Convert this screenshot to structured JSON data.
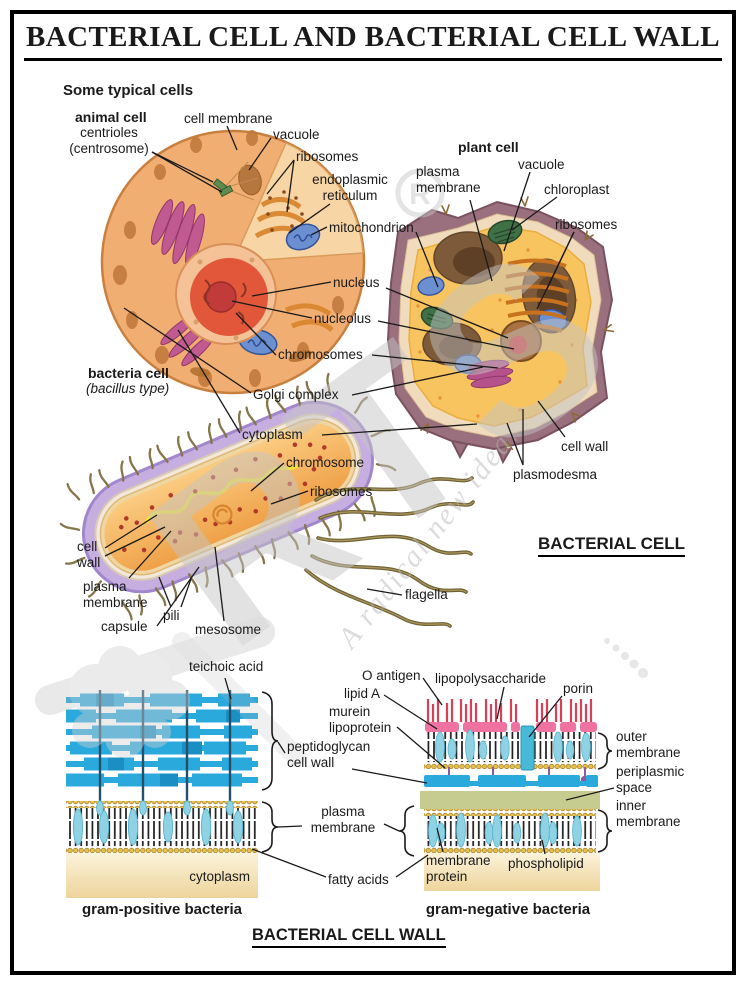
{
  "title": "BACTERIAL CELL AND BACTERIAL CELL WALL",
  "section_heading": "Some typical cells",
  "animal": {
    "name": "animal cell",
    "labels": {
      "centrioles": "centrioles\n(centrosome)",
      "cell_membrane": "cell membrane",
      "vacuole": "vacuole",
      "ribosomes": "ribosomes",
      "endoplasmic_reticulum": "endoplasmic\nreticulum",
      "mitochondrion": "mitochondrion",
      "nucleus": "nucleus",
      "nucleolus": "nucleolus",
      "chromosomes": "chromosomes",
      "golgi_complex": "Golgi complex",
      "cytoplasm": "cytoplasm"
    }
  },
  "plant": {
    "name": "plant cell",
    "labels": {
      "plasma_membrane": "plasma\nmembrane",
      "vacuole": "vacuole",
      "chloroplast": "chloroplast",
      "ribosomes": "ribosomes",
      "cell_wall": "cell wall",
      "plasmodesma": "plasmodesma"
    }
  },
  "bacteria": {
    "name": "bacteria cell",
    "subtype": "(bacillus type)",
    "labels": {
      "chromosome": "chromosome",
      "ribosomes": "ribosomes",
      "cell_wall": "cell\nwall",
      "plasma_membrane": "plasma\nmembrane",
      "capsule": "capsule",
      "pili": "pili",
      "mesosome": "mesosome",
      "flagella": "flagella"
    }
  },
  "headings": {
    "bacterial_cell": "BACTERIAL CELL",
    "bacterial_cell_wall": "BACTERIAL CELL WALL"
  },
  "gram_positive": {
    "caption": "gram-positive bacteria",
    "labels": {
      "teichoic_acid": "teichoic acid",
      "cytoplasm": "cytoplasm"
    }
  },
  "gram_negative": {
    "caption": "gram-negative bacteria",
    "labels": {
      "o_antigen": "O antigen",
      "lipopolysaccharide": "lipopolysaccharide",
      "porin": "porin",
      "lipid_a": "lipid A",
      "murein_lipoprotein": "murein\nlipoprotein",
      "outer_membrane": "outer\nmembrane",
      "periplasmic_space": "periplasmic\nspace",
      "inner_membrane": "inner\nmembrane",
      "membrane_protein": "membrane\nprotein",
      "phospholipid": "phospholipid"
    }
  },
  "shared_wall_labels": {
    "peptidoglycan_cell_wall": "peptidoglycan\ncell wall",
    "plasma_membrane": "plasma\nmembrane",
    "fatty_acids": "fatty acids"
  },
  "watermark": {
    "monogram": "RTS",
    "registered_mark": "R",
    "script_text": "A radical new idea..."
  },
  "palette": {
    "peptidoglycan_cyan": "#2aa9dd",
    "membrane_protein_blue": "#8fd2e4",
    "lipid_head_yellow": "#e6c14b",
    "o_antigen_red": "#d94055",
    "lipid_a_pink": "#ef72a0",
    "periplasmic_olive": "#c6cb8f",
    "cytoplasm_tan": "#f5e3b5",
    "capsule_lavender": "#c7aee0",
    "bacteria_cytoplasm_orange": "#f5a952",
    "animal_cell_orange": "#f1ae72",
    "plant_wall_mauve": "#9a6f7e"
  }
}
